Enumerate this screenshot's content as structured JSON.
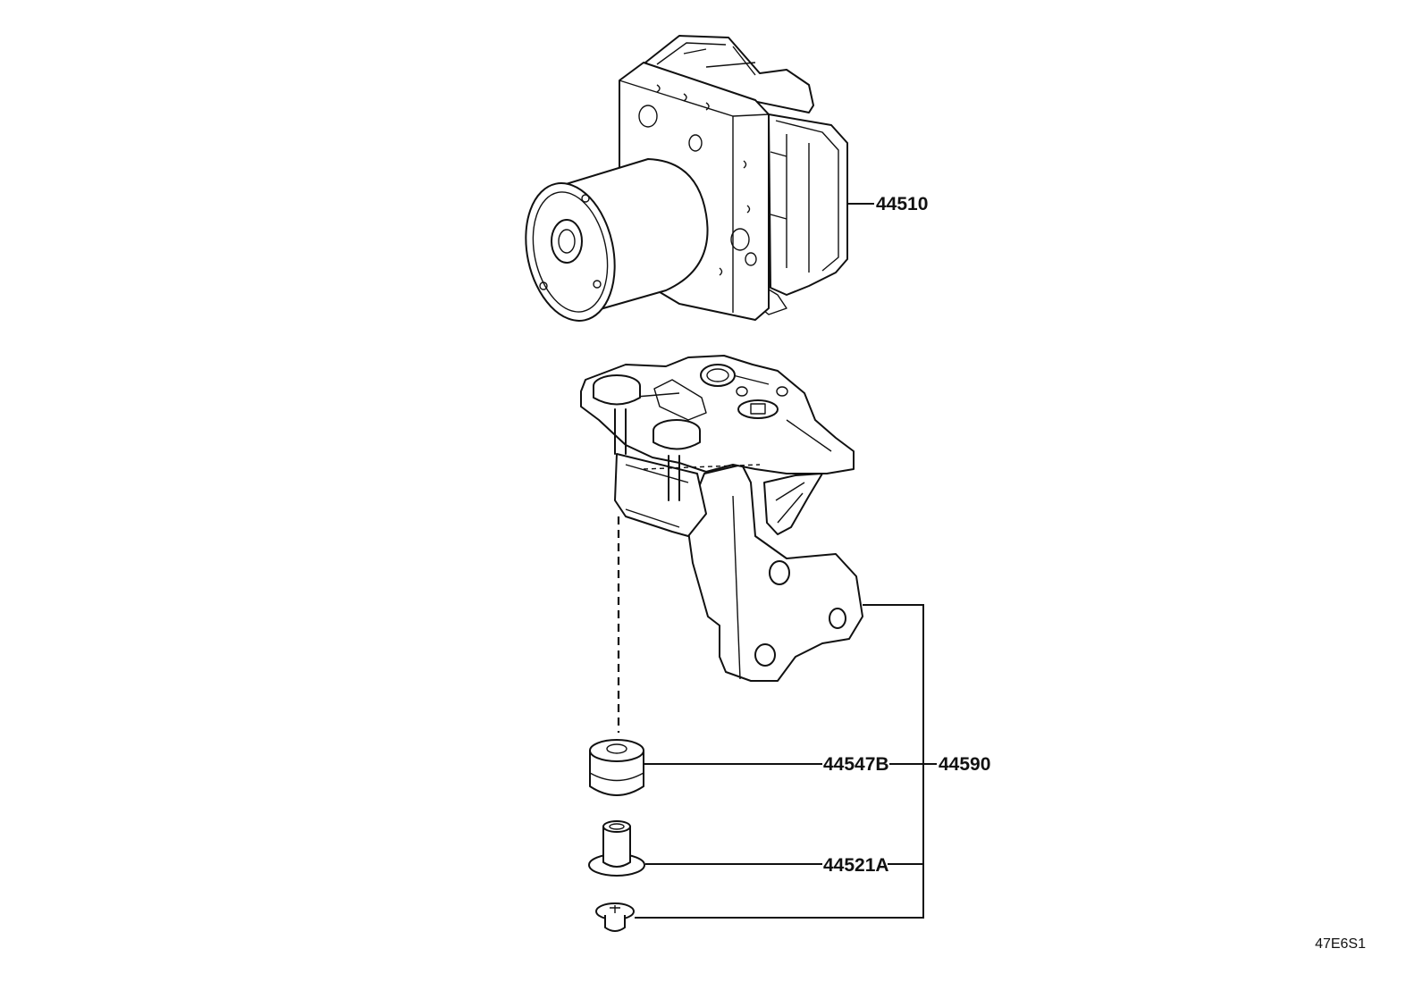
{
  "parts": [
    {
      "id": "abs-actuator",
      "part_number": "44510"
    },
    {
      "id": "actuator-bracket-assy",
      "part_number": "44590"
    },
    {
      "id": "cushion",
      "part_number": "44547B"
    },
    {
      "id": "collar",
      "part_number": "44521A"
    },
    {
      "id": "bolt"
    }
  ],
  "diagram_code": "47E6S1",
  "colors": {
    "line": "#111111",
    "background": "#ffffff"
  }
}
